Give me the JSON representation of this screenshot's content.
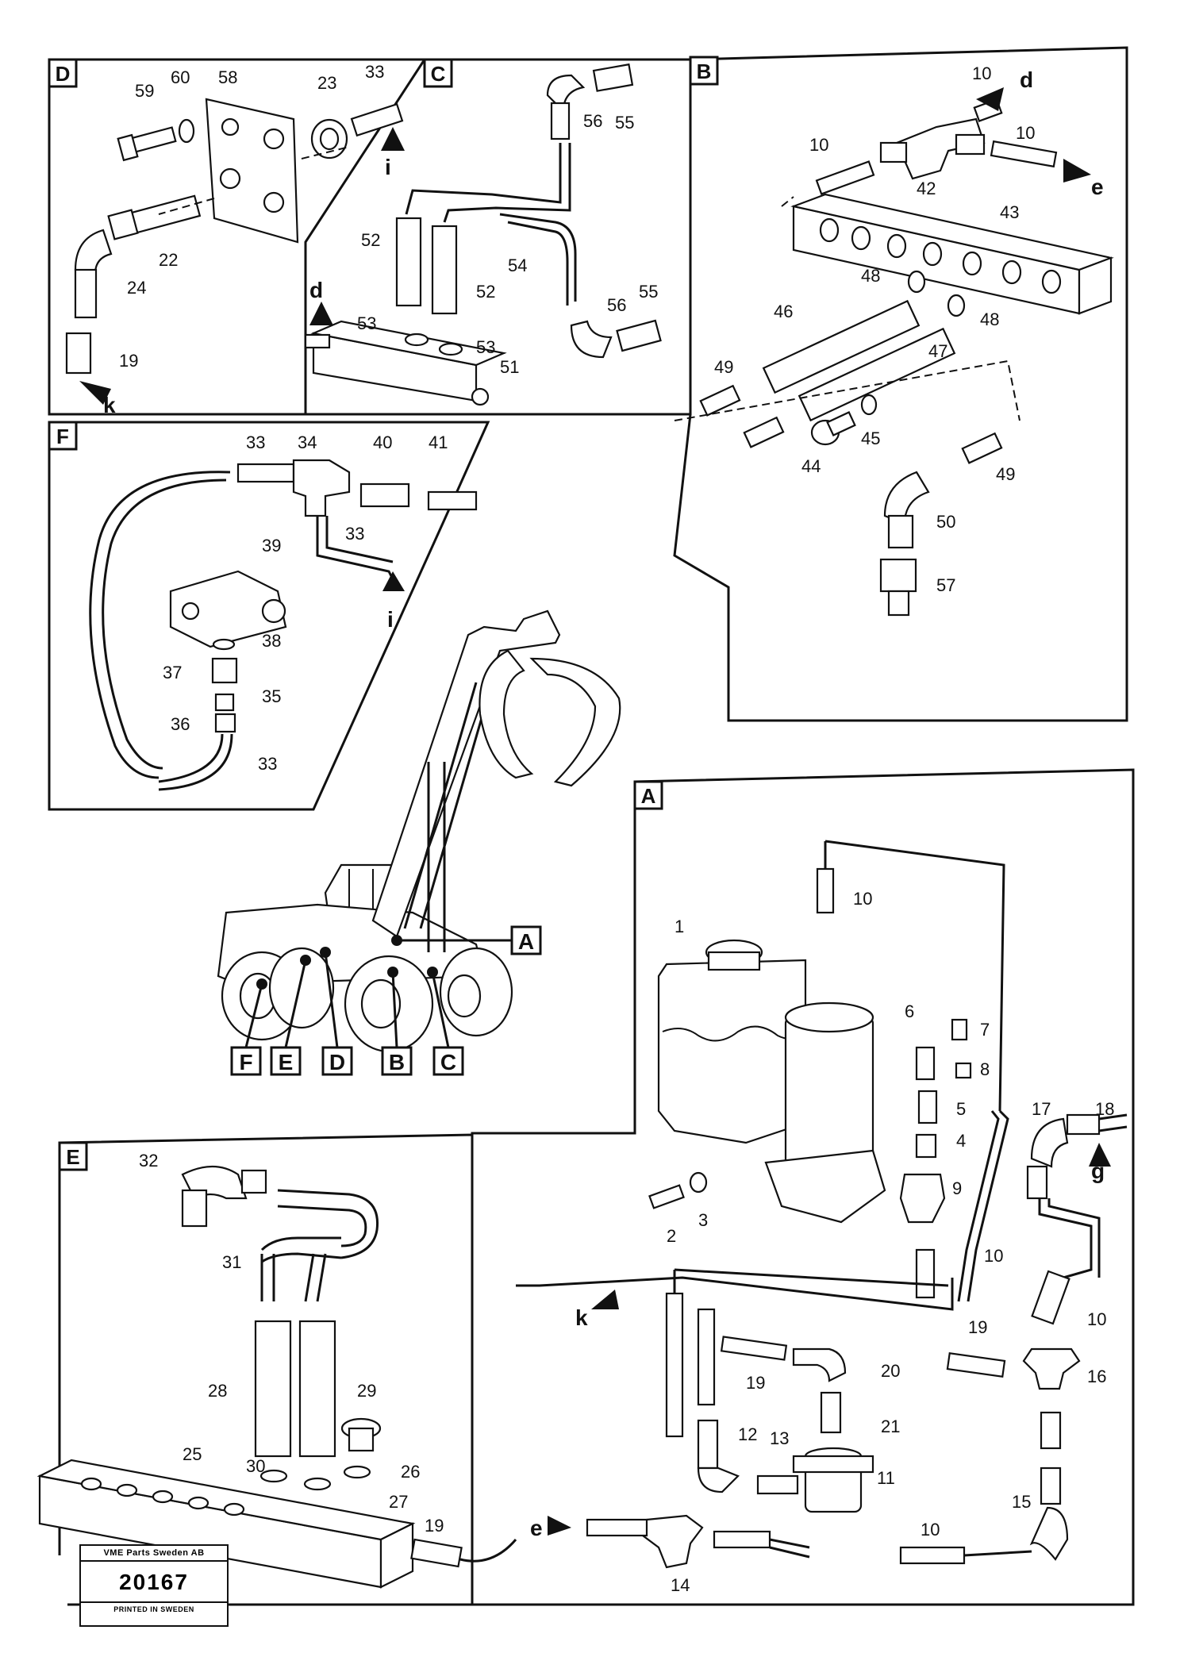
{
  "panels": {
    "D": "D",
    "C": "C",
    "B": "B",
    "F": "F",
    "A": "A",
    "E": "E"
  },
  "machine_tags": [
    "A",
    "F",
    "E",
    "D",
    "B",
    "C"
  ],
  "panel_d_labels": [
    "59",
    "60",
    "58",
    "23",
    "33",
    "22",
    "24",
    "19"
  ],
  "panel_c_labels": [
    "56",
    "55",
    "52",
    "52",
    "54",
    "56",
    "55",
    "53",
    "53",
    "51"
  ],
  "panel_b_labels": [
    "10",
    "10",
    "10",
    "42",
    "43",
    "48",
    "48",
    "46",
    "47",
    "49",
    "45",
    "44",
    "49",
    "50",
    "57"
  ],
  "panel_f_labels": [
    "33",
    "34",
    "40",
    "41",
    "39",
    "33",
    "38",
    "37",
    "35",
    "36",
    "33"
  ],
  "panel_a_labels": [
    "10",
    "1",
    "6",
    "7",
    "8",
    "5",
    "4",
    "9",
    "3",
    "2",
    "10",
    "17",
    "18",
    "10",
    "19",
    "19",
    "20",
    "16",
    "21",
    "12",
    "13",
    "11",
    "10",
    "15",
    "14"
  ],
  "panel_e_labels": [
    "32",
    "31",
    "28",
    "29",
    "25",
    "26",
    "30",
    "27",
    "19"
  ],
  "flow_letters": {
    "d_top_b": "d",
    "e_b": "e",
    "d_c": "d",
    "i_d": "i",
    "k_d": "k",
    "i_f": "i",
    "g_a": "g",
    "k_a": "k",
    "e_a": "e"
  },
  "title_block": {
    "company": "VME Parts Sweden AB",
    "number": "20167",
    "printed": "PRINTED IN SWEDEN"
  }
}
